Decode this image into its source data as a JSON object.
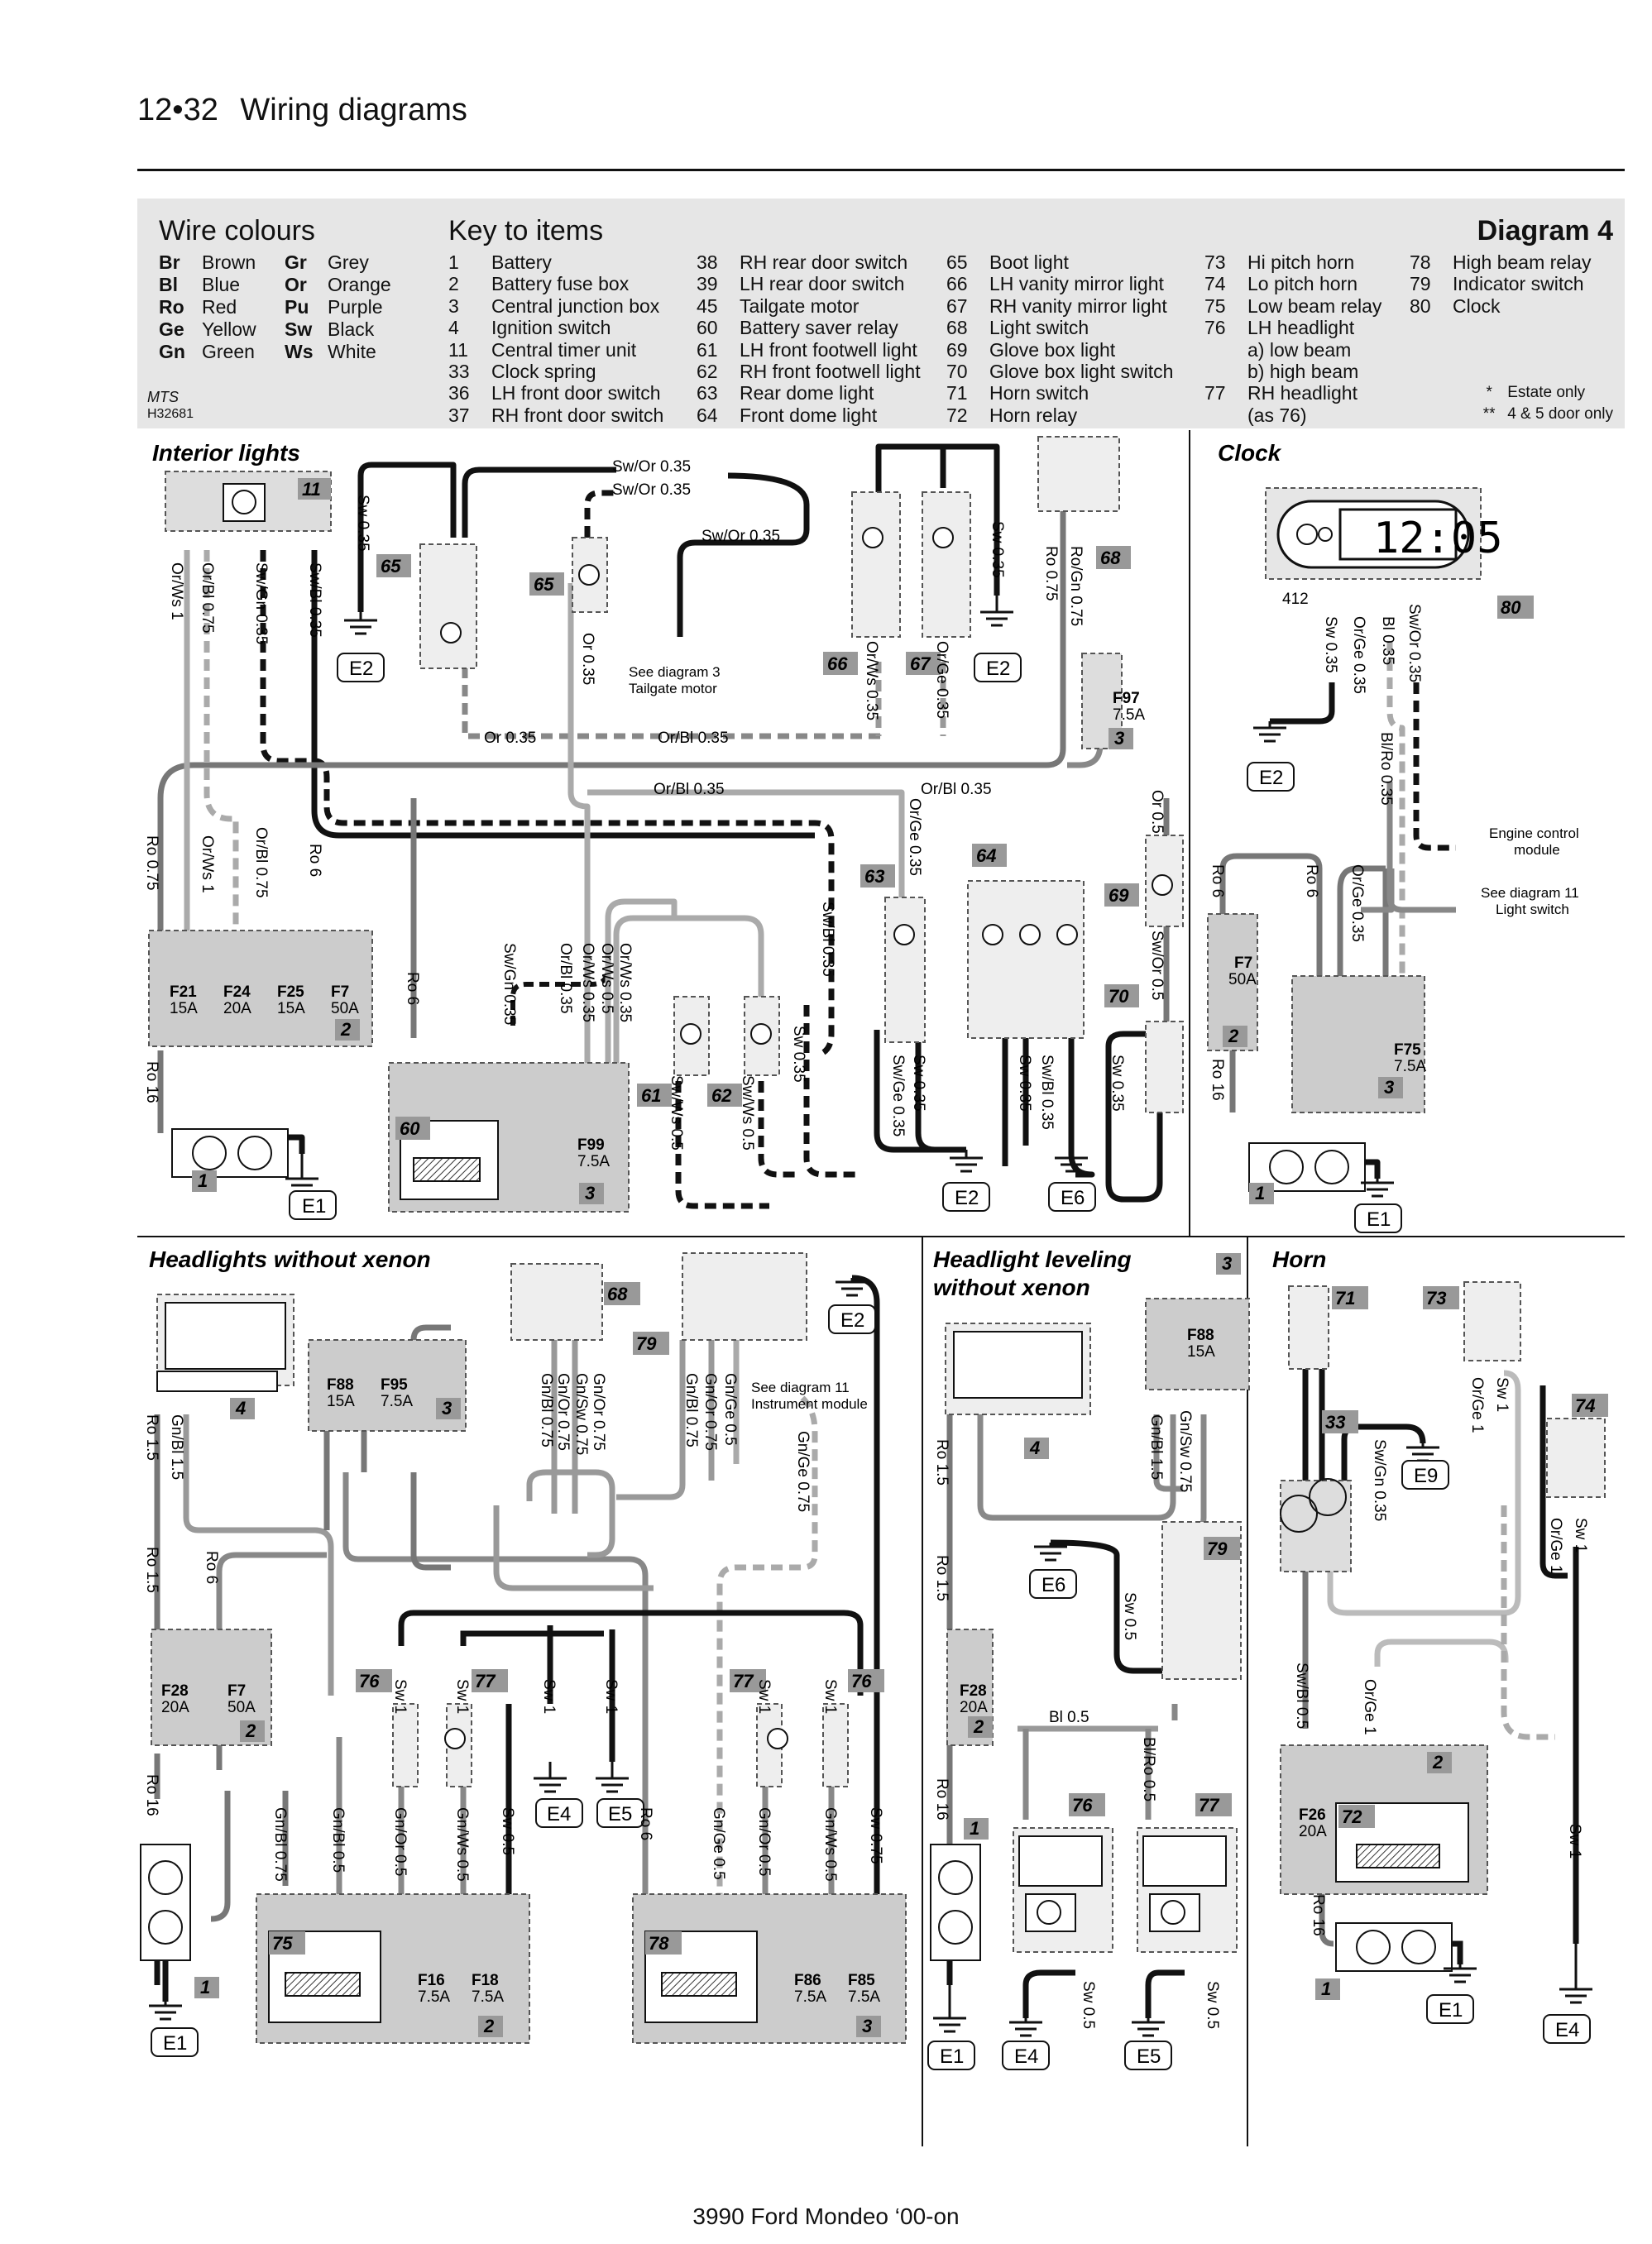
{
  "header": {
    "page": "12•32",
    "title": "Wiring diagrams"
  },
  "key_panel": {
    "wire_colours_title": "Wire colours",
    "wire_colours": [
      {
        "code": "Br",
        "name": "Brown",
        "code2": "Gr",
        "name2": "Grey"
      },
      {
        "code": "Bl",
        "name": "Blue",
        "code2": "Or",
        "name2": "Orange"
      },
      {
        "code": "Ro",
        "name": "Red",
        "code2": "Pu",
        "name2": "Purple"
      },
      {
        "code": "Ge",
        "name": "Yellow",
        "code2": "Sw",
        "name2": "Black"
      },
      {
        "code": "Gn",
        "name": "Green",
        "code2": "Ws",
        "name2": "White"
      }
    ],
    "key_title": "Key to items",
    "diagram_title": "Diagram 4",
    "key_columns": [
      [
        [
          "1",
          "Battery"
        ],
        [
          "2",
          "Battery fuse box"
        ],
        [
          "3",
          "Central junction box"
        ],
        [
          "4",
          "Ignition switch"
        ],
        [
          "11",
          "Central timer unit"
        ],
        [
          "33",
          "Clock spring"
        ],
        [
          "36",
          "LH front door switch"
        ],
        [
          "37",
          "RH front door switch"
        ]
      ],
      [
        [
          "38",
          "RH rear door switch"
        ],
        [
          "39",
          "LH rear door switch"
        ],
        [
          "45",
          "Tailgate motor"
        ],
        [
          "60",
          "Battery saver relay"
        ],
        [
          "61",
          "LH front footwell light"
        ],
        [
          "62",
          "RH front footwell light"
        ],
        [
          "63",
          "Rear dome light"
        ],
        [
          "64",
          "Front dome light"
        ]
      ],
      [
        [
          "65",
          "Boot light"
        ],
        [
          "66",
          "LH vanity mirror light"
        ],
        [
          "67",
          "RH vanity mirror light"
        ],
        [
          "68",
          "Light switch"
        ],
        [
          "69",
          "Glove box light"
        ],
        [
          "70",
          "Glove box light switch"
        ],
        [
          "71",
          "Horn switch"
        ],
        [
          "72",
          "Horn relay"
        ]
      ],
      [
        [
          "73",
          "Hi pitch horn"
        ],
        [
          "74",
          "Lo pitch horn"
        ],
        [
          "75",
          "Low beam relay"
        ],
        [
          "76",
          "LH headlight"
        ],
        [
          "",
          "a) low beam"
        ],
        [
          "",
          "b) high beam"
        ],
        [
          "77",
          "RH headlight"
        ],
        [
          "",
          "(as 76)"
        ]
      ],
      [
        [
          "78",
          "High beam relay"
        ],
        [
          "79",
          "Indicator switch"
        ],
        [
          "80",
          "Clock"
        ]
      ]
    ],
    "notes": [
      [
        "*",
        "Estate only"
      ],
      [
        "**",
        "4 & 5 door only"
      ]
    ],
    "mts": "MTS",
    "code": "H32681"
  },
  "sections": {
    "interior": "Interior lights",
    "clock": "Clock",
    "headlights": "Headlights without xenon",
    "leveling_1": "Headlight leveling",
    "leveling_2": "without xenon",
    "horn": "Horn"
  },
  "refs": {
    "tailgate_1": "See diagram 3",
    "tailgate_2": "Tailgate motor",
    "engine_1": "Engine control",
    "engine_2": "module",
    "light_1": "See diagram 11",
    "light_2": "Light switch",
    "instr_1": "See diagram 11",
    "instr_2": "Instrument module"
  },
  "clock_display": "12:05",
  "grounds": [
    "E1",
    "E2",
    "E4",
    "E5",
    "E6",
    "E9"
  ],
  "fuses": {
    "F21": "15A",
    "F24": "20A",
    "F25": "15A",
    "F7": "50A",
    "F99": "7.5A",
    "F97": "7.5A",
    "F75": "7.5A",
    "F88": "15A",
    "F95": "7.5A",
    "F28": "20A",
    "F16": "7.5A",
    "F18": "7.5A",
    "F86": "7.5A",
    "F85": "7.5A",
    "F26": "20A"
  },
  "wires": {
    "sw035": "Sw 0.35",
    "swor035": "Sw/Or 0.35",
    "or035": "Or 0.35",
    "orbl035": "Or/Bl 0.35",
    "orws1": "Or/Ws 1",
    "orbl075": "Or/Bl 0.75",
    "swgn035": "Sw/Gn 0.35",
    "swbl035": "Sw/Bl 0.35",
    "ro075": "Ro 0.75",
    "ro6": "Ro 6",
    "ro16": "Ro 16",
    "orws035": "Or/Ws 0.35",
    "orge035": "Or/Ge 0.35",
    "rogn075": "Ro/Gn 0.75",
    "or05": "Or 0.5",
    "swor05": "Sw/Or 0.5",
    "bl035": "Bl 0.35",
    "blro035": "Bl/Ro 0.35",
    "orws05": "Or/Ws 0.5",
    "swws05": "Sw/Ws 0.5",
    "swge035": "Sw/Ge 0.35",
    "gnbl15": "Gn/Bl 1.5",
    "ro15": "Ro 1.5",
    "gnor075": "Gn/Or 0.75",
    "gnsw075": "Gn/Sw 0.75",
    "gnbl075": "Gn/Bl 0.75",
    "gnge05": "Gn/Ge 0.5",
    "gnge075": "Gn/Ge 0.75",
    "sw1": "Sw 1",
    "gnbl05": "Gn/Bl 0.5",
    "gnor05": "Gn/Or 0.5",
    "gnws05": "Gn/Ws 0.5",
    "sw05": "Sw 0.5",
    "sw075": "Sw 0.75",
    "bl05": "Bl 0.5",
    "blro05": "Bl/Ro 0.5",
    "orge1": "Or/Ge 1",
    "swbl05": "Sw/Bl 0.5",
    "swgn035b": "Sw/Gn 0.35"
  },
  "footer": "3990 Ford Mondeo ‘00-on"
}
